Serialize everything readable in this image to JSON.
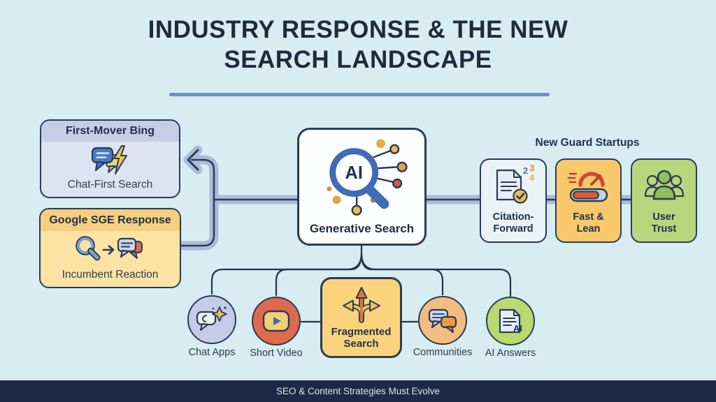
{
  "slide": {
    "title_line1": "INDUSTRY RESPONSE & THE NEW",
    "title_line2": "SEARCH LANDSCAPE",
    "footer": "SEO & Content Strategies Must Evolve"
  },
  "incumbents": {
    "bing": {
      "header": "First-Mover Bing",
      "caption": "Chat-First Search",
      "icon": "chat-lightning-icon"
    },
    "google": {
      "header": "Google SGE Response",
      "caption": "Incumbent Reaction",
      "icon": "search-to-chat-icon"
    }
  },
  "center": {
    "label": "Generative Search",
    "icon": "ai-magnifier-icon",
    "icon_text": "AI"
  },
  "startups": {
    "heading": "New Guard Startups",
    "items": [
      {
        "line1": "Citation-",
        "line2": "Forward",
        "icon": "cited-document-icon",
        "citation_numbers": [
          "2",
          "3",
          "4"
        ]
      },
      {
        "line1": "Fast &",
        "line2": "Lean",
        "icon": "speedometer-icon"
      },
      {
        "line1": "User",
        "line2": "Trust",
        "icon": "user-group-icon"
      }
    ]
  },
  "fragmentation": {
    "hub": {
      "line1": "Fragmented",
      "line2": "Search",
      "icon": "branching-arrows-icon"
    },
    "channels": [
      {
        "label": "Chat Apps",
        "icon": "chat-sparkle-icon"
      },
      {
        "label": "Short Video",
        "icon": "video-play-icon"
      },
      {
        "label": "Communities",
        "icon": "chat-bubbles-icon"
      },
      {
        "label": "AI Answers",
        "icon": "ai-document-icon",
        "doc_text": "AI"
      }
    ]
  },
  "colors": {
    "background": "#d7edf2",
    "navy": "#2b3b58",
    "pipe_band": "#a9bdd9",
    "underline": "#6b92bd",
    "footer_bg": "#1d2a45",
    "blue_accent": "#3f6cb8",
    "red_accent": "#d2543a",
    "yellow_accent": "#ecc04f",
    "orange_accent": "#ef9b3d",
    "green_accent": "#8fc05a"
  }
}
